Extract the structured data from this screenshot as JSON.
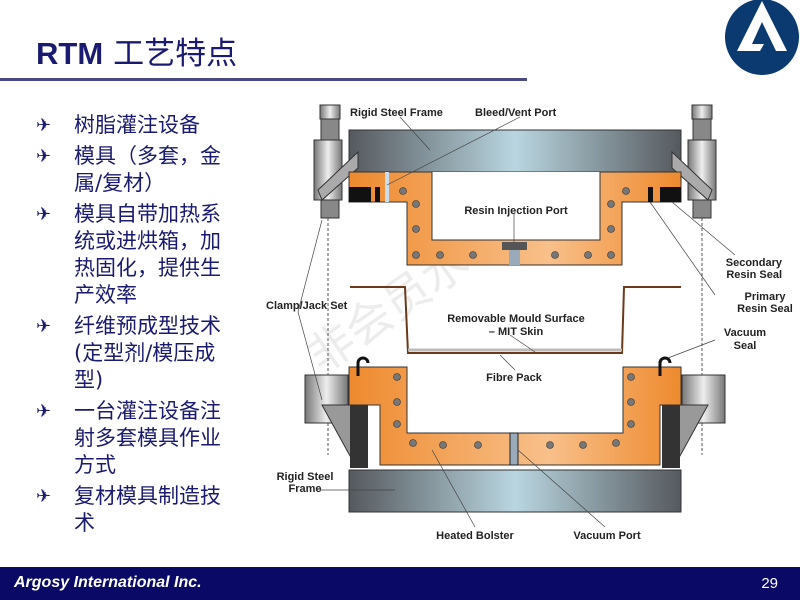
{
  "slide": {
    "title_latin": "RTM",
    "title_cn": "工艺特点",
    "colors": {
      "title": "#1a1a70",
      "footer_bg": "#0a0a66",
      "logo": "#0a3a70",
      "mould": "#f0903a"
    }
  },
  "bullets": [
    {
      "icon": "airplane-icon",
      "lines": [
        "树脂灌注设备"
      ]
    },
    {
      "icon": "airplane-icon",
      "lines": [
        "模具（多套，金",
        "属/复材）"
      ]
    },
    {
      "icon": "airplane-icon",
      "lines": [
        "模具自带加热系",
        "统或进烘箱，加",
        "热固化，提供生",
        "产效率"
      ]
    },
    {
      "icon": "airplane-icon",
      "lines": [
        "纤维预成型技术",
        "(定型剂/模压成",
        "型)"
      ]
    },
    {
      "icon": "airplane-icon",
      "lines": [
        "一台灌注设备注",
        "射多套模具作业",
        "方式"
      ]
    },
    {
      "icon": "airplane-icon",
      "lines": [
        "复材模具制造技",
        "术"
      ]
    }
  ],
  "diagram": {
    "labels": {
      "rigid_steel_frame_top": "Rigid Steel Frame",
      "bleed_vent_port": "Bleed/Vent Port",
      "resin_injection_port": "Resin Injection Port",
      "secondary_resin_seal_1": "Secondary",
      "secondary_resin_seal_2": "Resin Seal",
      "primary_resin_seal_1": "Primary",
      "primary_resin_seal_2": "Resin Seal",
      "clamp_jack_set": "Clamp/Jack Set",
      "removable_mould_surface_1": "Removable Mould Surface",
      "removable_mould_surface_2": "– MIT Skin",
      "vacuum_seal_1": "Vacuum",
      "vacuum_seal_2": "Seal",
      "fibre_pack": "Fibre Pack",
      "rigid_steel_frame_bottom_1": "Rigid Steel",
      "rigid_steel_frame_bottom_2": "Frame",
      "heated_bolster": "Heated Bolster",
      "vacuum_port": "Vacuum Port"
    },
    "watermark": "非会员水印"
  },
  "footer": {
    "company": "Argosy International Inc.",
    "page_number": "29"
  }
}
